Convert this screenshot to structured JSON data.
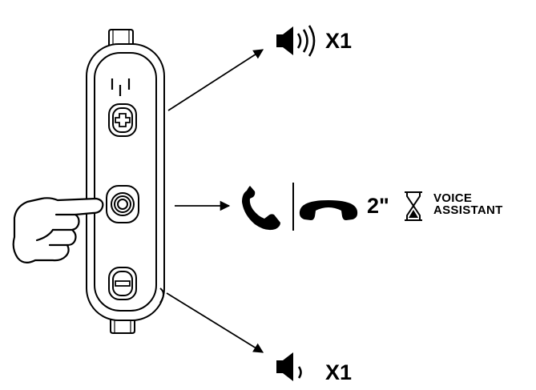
{
  "labels": {
    "volume_up_count": "X1",
    "volume_down_count": "X1",
    "hold_duration": "2\"",
    "voice_assistant_line1": "VOICE",
    "voice_assistant_line2": "ASSISTANT"
  },
  "icons": {
    "remote": "remote-control-icon",
    "plus": "plus-icon",
    "minus": "minus-icon",
    "center": "multifunction-button-icon",
    "hand": "pointing-hand-icon",
    "speaker_loud": "speaker-loud-icon",
    "speaker_soft": "speaker-soft-icon",
    "phone_answer": "phone-answer-icon",
    "phone_hangup": "phone-hangup-icon",
    "hourglass": "hourglass-icon"
  },
  "colors": {
    "ink": "#000000",
    "background": "#ffffff"
  }
}
